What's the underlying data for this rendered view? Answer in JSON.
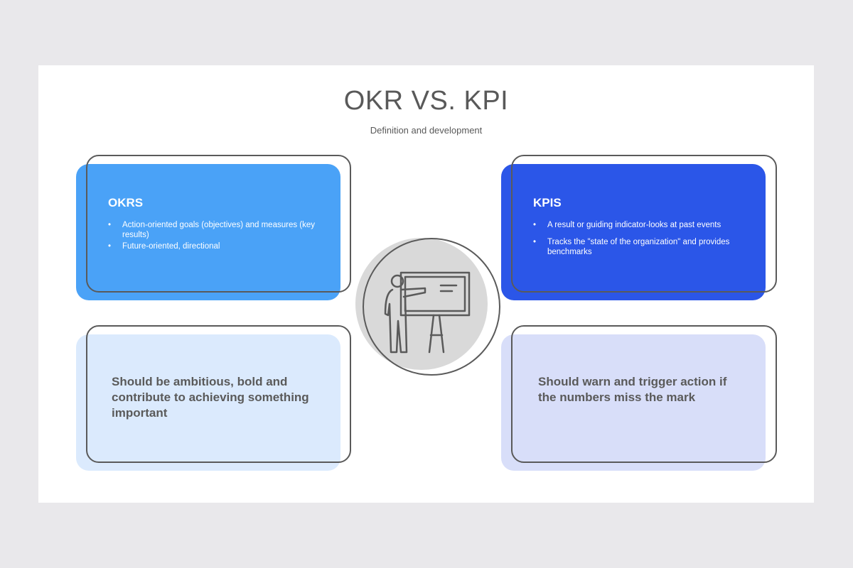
{
  "slide": {
    "title": "OKR VS. KPI",
    "subtitle": "Definition and development"
  },
  "okrs": {
    "heading": "OKRS",
    "bullets": [
      "Action-oriented goals (objectives) and measures (key results)",
      "Future-oriented, directional"
    ],
    "statement": "Should be ambitious, bold and contribute to achieving something important",
    "color": "#4aa2f7",
    "light_color": "#dbeafd"
  },
  "kpis": {
    "heading": "KPIS",
    "bullets": [
      "A result or guiding indicator-looks at past events",
      "Tracks the \"state of the organization\" and provides benchmarks"
    ],
    "statement": "Should warn and trigger action if the numbers miss the mark",
    "color": "#2b56e8",
    "light_color": "#d8def9"
  },
  "center": {
    "icon": "presenter-at-board-icon"
  }
}
